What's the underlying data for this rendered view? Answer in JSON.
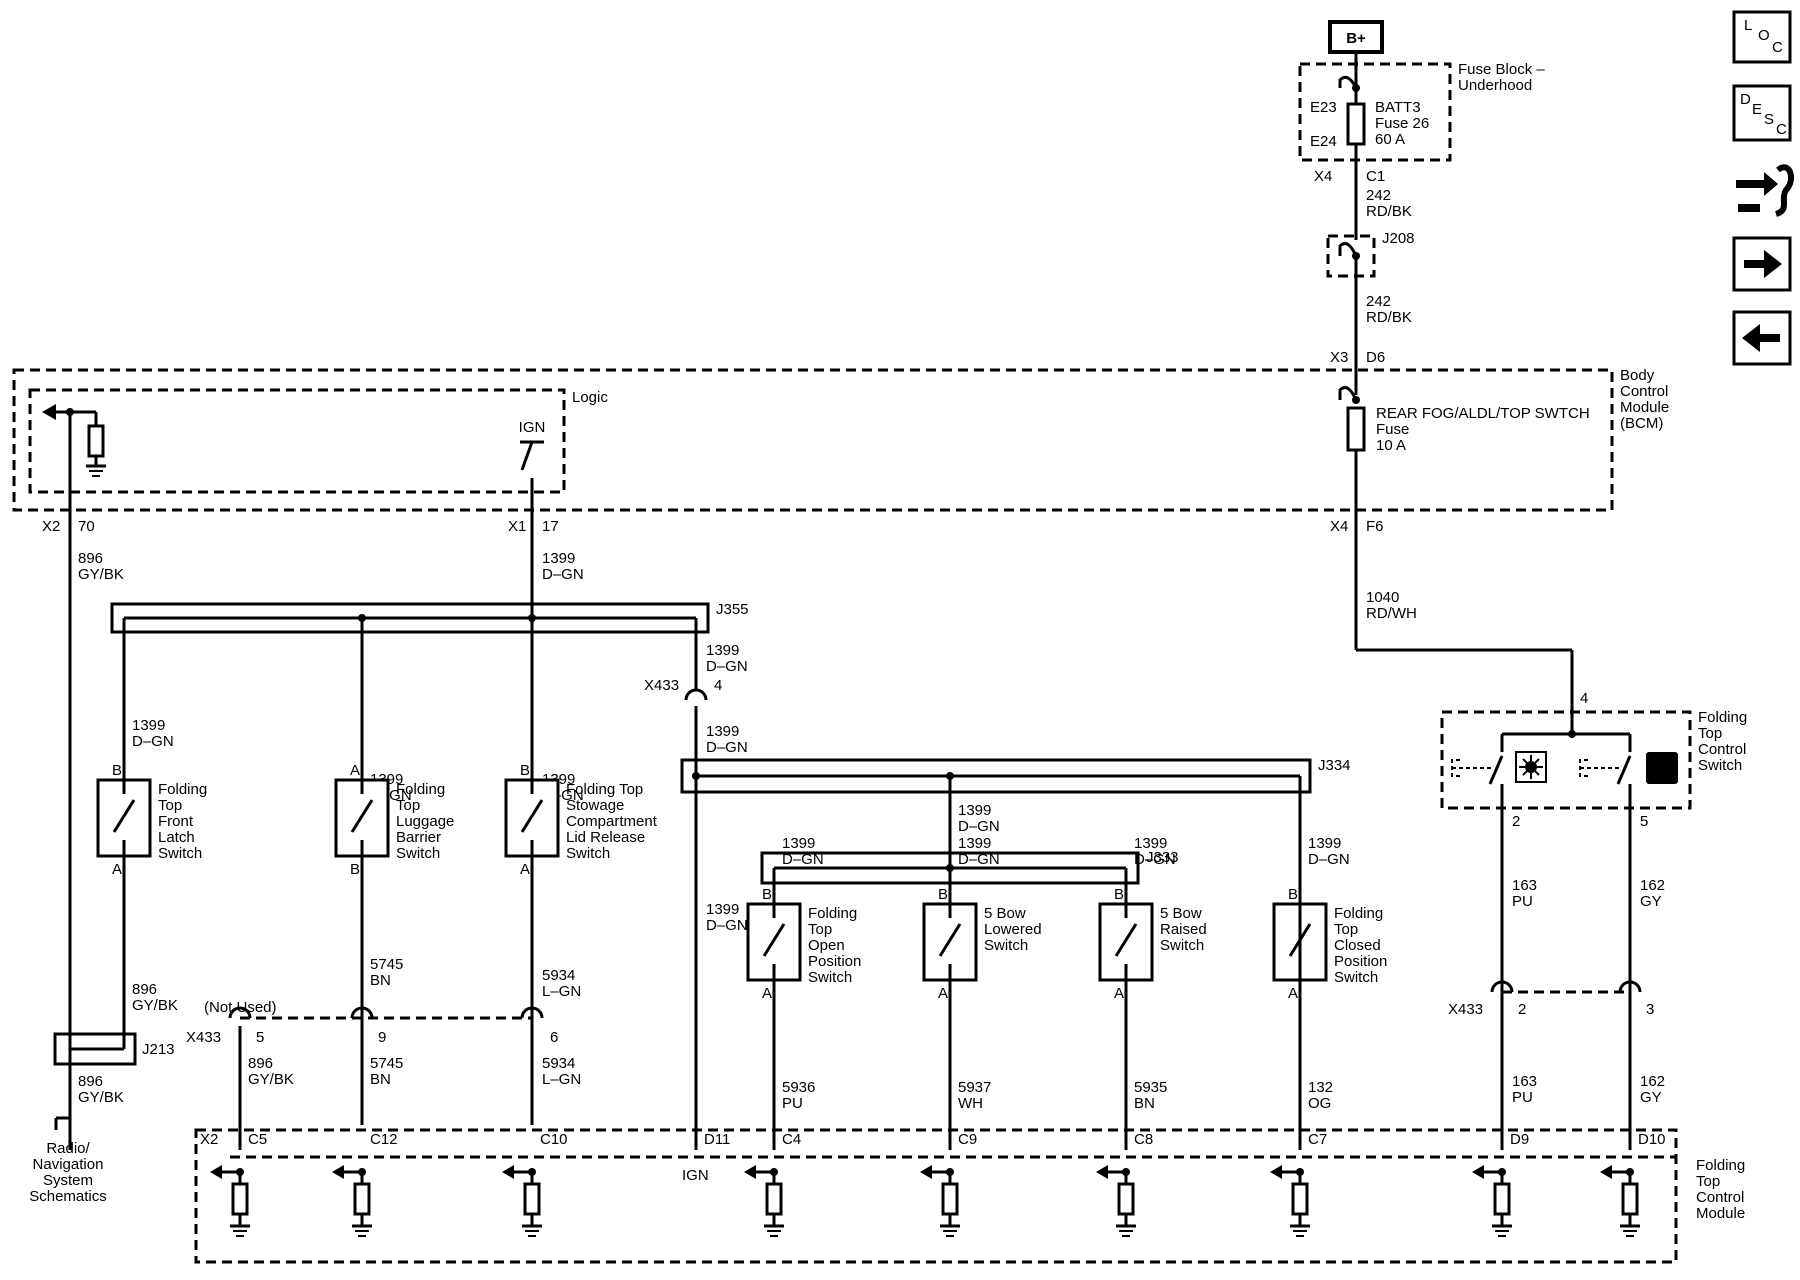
{
  "power": {
    "source": "B+"
  },
  "fuse_block": {
    "label": [
      "Fuse Block –",
      "Underhood"
    ],
    "fuse": [
      "BATT3",
      "Fuse 26",
      "60 A"
    ],
    "pin_top": "E23",
    "pin_bottom": "E24"
  },
  "wires_top": {
    "conn_x4": "X4",
    "pin_c1": "C1",
    "w1": [
      "242",
      "RD/BK"
    ],
    "splice_j208": "J208",
    "w2": [
      "242",
      "RD/BK"
    ],
    "conn_x3": "X3",
    "pin_d6": "D6",
    "conn_x4b": "X4",
    "pin_f6": "F6",
    "w3": [
      "1040",
      "RD/WH"
    ]
  },
  "bcm": {
    "label": [
      "Body",
      "Control",
      "Module",
      "(BCM)"
    ],
    "fuse": [
      "REAR FOG/ALDL/TOP SWTCH",
      "Fuse",
      "10 A"
    ],
    "logic": "Logic",
    "ign": "IGN"
  },
  "bcm_pins": {
    "x2": "X2",
    "p70": "70",
    "x1": "X1",
    "p17": "17"
  },
  "wires_left": {
    "w896": [
      "896",
      "GY/BK"
    ],
    "w1399": [
      "1399",
      "D–GN"
    ],
    "splice_j355": "J355",
    "splice_j334": "J334",
    "splice_j333": "J333",
    "splice_j213": "J213",
    "x433": "X433",
    "x433_pin4": "4",
    "w1399_j355": [
      "1399",
      "D–GN"
    ],
    "w1399_x433": [
      "1399",
      "D–GN"
    ],
    "w1399_a": [
      "1399",
      "D–GN"
    ],
    "w1399_b": [
      "1399",
      "D–GN"
    ],
    "w1399_c": [
      "1399",
      "D–GN"
    ],
    "w1399_j334": [
      "1399",
      "D–GN"
    ],
    "w896b": [
      "896",
      "GY/BK"
    ],
    "w896c": [
      "896",
      "GY/BK"
    ],
    "w5745": [
      "5745",
      "BN"
    ],
    "w5745b": [
      "5745",
      "BN"
    ],
    "w5934": [
      "5934",
      "L–GN"
    ],
    "w5934b": [
      "5934",
      "L–GN"
    ],
    "not_used": "(Not Used)",
    "x433b": "X433",
    "pin5": "5",
    "pin9": "9",
    "pin6": "6",
    "radio": [
      "Radio/",
      "Navigation",
      "System",
      "Schematics"
    ]
  },
  "switches": [
    {
      "name": [
        "Folding",
        "Top",
        "Front",
        "Latch",
        "Switch"
      ],
      "top": "B",
      "bottom": "A"
    },
    {
      "name": [
        "Folding",
        "Top",
        "Luggage",
        "Barrier",
        "Switch"
      ],
      "top": "A",
      "bottom": "B"
    },
    {
      "name": [
        "Folding Top",
        "Stowage",
        "Compartment",
        "Lid Release",
        "Switch"
      ],
      "top": "B",
      "bottom": "A"
    },
    {
      "name": [
        "Folding",
        "Top",
        "Open",
        "Position",
        "Switch"
      ],
      "top": "B",
      "bottom": "A",
      "wire_top": [
        "1399",
        "D–GN"
      ],
      "wire_bot": [
        "5936",
        "PU"
      ]
    },
    {
      "name": [
        "5 Bow",
        "Lowered",
        "Switch"
      ],
      "top": "B",
      "bottom": "A",
      "wire_top": [
        "1399",
        "D–GN"
      ],
      "wire_bot": [
        "5937",
        "WH"
      ]
    },
    {
      "name": [
        "5 Bow",
        "Raised",
        "Switch"
      ],
      "top": "B",
      "bottom": "A",
      "wire_top": [
        "1399",
        "D–GN"
      ],
      "wire_bot": [
        "5935",
        "BN"
      ]
    },
    {
      "name": [
        "Folding",
        "Top",
        "Closed",
        "Position",
        "Switch"
      ],
      "top": "B",
      "bottom": "A",
      "wire_top": [
        "1399",
        "D–GN"
      ],
      "wire_bot": [
        "132",
        "OG"
      ]
    }
  ],
  "d11_wire": [
    "1399",
    "D–GN"
  ],
  "control_switch": {
    "label": [
      "Folding",
      "Top",
      "Control",
      "Switch"
    ],
    "pin_in": "4",
    "pin2": "2",
    "pin5": "5",
    "w163": [
      "163",
      "PU"
    ],
    "w162": [
      "162",
      "GY"
    ],
    "x433": "X433",
    "x433_p2": "2",
    "x433_p3": "3",
    "w163b": [
      "163",
      "PU"
    ],
    "w162b": [
      "162",
      "GY"
    ]
  },
  "module": {
    "label": [
      "Folding",
      "Top",
      "Control",
      "Module"
    ],
    "pins": [
      "X2",
      "C5",
      "C12",
      "C10",
      "D11",
      "C4",
      "C9",
      "C8",
      "C7",
      "D9",
      "D10"
    ],
    "ign": "IGN"
  },
  "nav_buttons": [
    {
      "name": "loc",
      "letters": [
        "L",
        "O",
        "C"
      ]
    },
    {
      "name": "desc",
      "letters": [
        "D",
        "E",
        "S",
        "C"
      ]
    }
  ]
}
